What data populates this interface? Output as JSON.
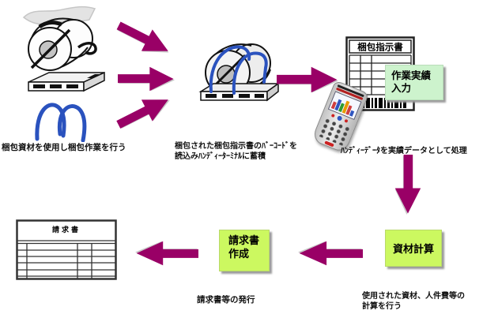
{
  "colors": {
    "arrow-color": "#990066",
    "box-pale-green": "#cdf3cd",
    "box-lime": "#ccf860",
    "strap-blue": "#2a52be"
  },
  "stages": {
    "packing": {
      "caption": "梱包資材を使用し梱包作業を行う"
    },
    "scanning": {
      "caption_line1": "梱包された梱包指示書のﾊﾞｰｺｰﾄﾞを",
      "caption_line2": "読込みﾊﾝﾃﾞｨｰﾀｰﾐﾅﾙに蓄積"
    },
    "work_input": {
      "document_title": "梱包指示書",
      "box_line1": "作業実績",
      "box_line2": "入力",
      "caption": "ﾊﾝﾃﾞｨｰﾃﾞｰﾀを実績データとして処理"
    },
    "material_calc": {
      "box_label": "資材計算",
      "caption_line1": "使用された資材、人件費等の",
      "caption_line2": "計算を行う"
    },
    "invoice_create": {
      "box_line1": "請求書",
      "box_line2": "作成",
      "caption": "請求書等の発行"
    },
    "invoice_output": {
      "title": "請求書"
    }
  }
}
